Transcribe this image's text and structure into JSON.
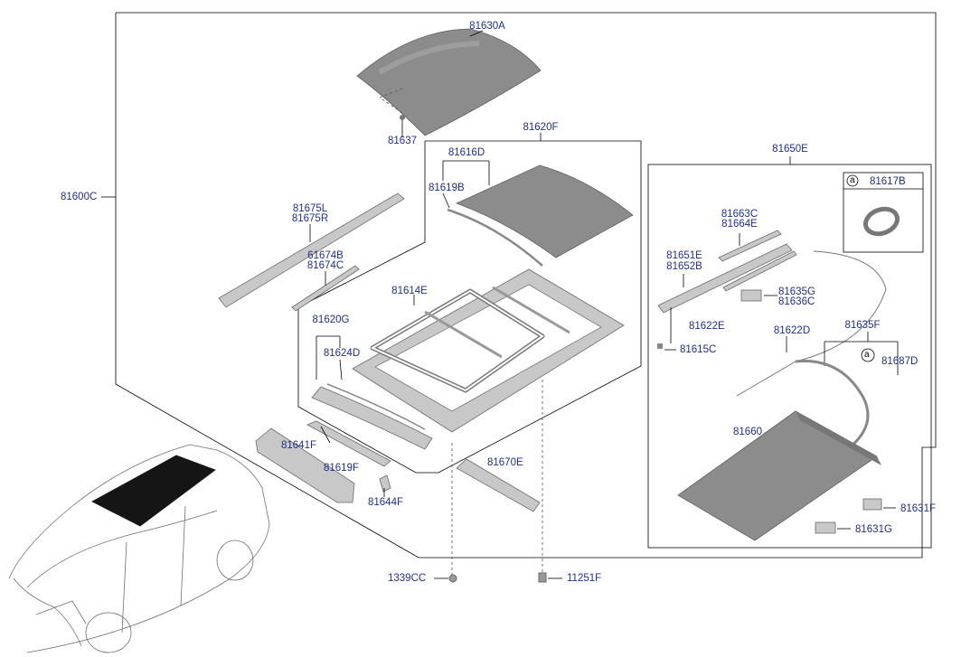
{
  "labels": {
    "p81630A": "81630A",
    "p81637": "81637",
    "p81620F": "81620F",
    "p81616D": "81616D",
    "p81619B": "81619B",
    "p81600C": "81600C",
    "p81675L": "81675L",
    "p81675R": "81675R",
    "p61674B": "61674B",
    "p81674C": "81674C",
    "p81614E": "81614E",
    "p81620G": "81620G",
    "p81624D": "81624D",
    "p81641F": "81641F",
    "p81619F": "81619F",
    "p81644F": "81644F",
    "p81670E": "81670E",
    "p1339CC": "1339CC",
    "p11251F": "11251F",
    "p81650E": "81650E",
    "p81617B": "81617B",
    "p81663C": "81663C",
    "p81664E": "81664E",
    "p81651E": "81651E",
    "p81652B": "81652B",
    "p81635G": "81635G",
    "p81636C": "81636C",
    "p81622E": "81622E",
    "p81615C": "81615C",
    "p81622D": "81622D",
    "p81635F": "81635F",
    "p81687D": "81687D",
    "p81660": "81660",
    "p81631F": "81631F",
    "p81631G": "81631G",
    "ref_a_box": "a",
    "ref_a_callout": "a"
  },
  "colors": {
    "label_text": "#1d2f8f",
    "glass": "#8c8c8c",
    "car_glass": "#151515",
    "leader_line": "#000000"
  }
}
